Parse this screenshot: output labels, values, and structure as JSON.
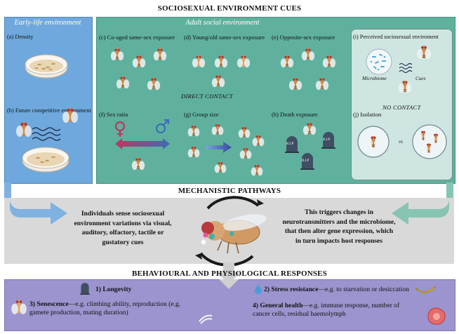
{
  "titles": {
    "cues": "SOCIOSEXUAL ENVIRONMENT CUES",
    "mechanistic": "MECHANISTIC PATHWAYS",
    "responses": "BEHAVIOURAL AND PHYSIOLOGICAL RESPONSES"
  },
  "early_life": {
    "header": "Early-life environment",
    "a": "(a) Density",
    "b": "(b) Future competitive environment"
  },
  "adult": {
    "header": "Adult social environment",
    "c": "(c) Co-aged same-sex exposure",
    "d": "(d) Young/old same-sex exposure",
    "e": "(e) Opposite-sex exposure",
    "f": "(f) Sex ratio",
    "g": "(g) Group size",
    "h": "(h) Death exposure",
    "direct_contact": "DIRECT CONTACT"
  },
  "perceived": {
    "i": "(i) Perceived sociosexual enviroment",
    "microbiome": "Microbiome",
    "cues": "Cues",
    "no_contact": "NO CONTACT",
    "j": "(j) Isolation",
    "vs": "vs"
  },
  "tombstone": "R.I.P",
  "mechanism": {
    "left": "Individuals sense sociosexual environment variations via visual, auditory, olfactory, tactile or gustatory cues",
    "right": "This triggers changes in neurotransmitters and the microbiome, that then alter gene expression, which in turn impacts host responses"
  },
  "responses": {
    "r1_bold": "1) Longevity",
    "r2_bold": "2) Stress resistance",
    "r2_rest": "—e.g. to starvation or desiccation",
    "r3_bold": "3) Senescence",
    "r3_rest": "—e.g. climbing ability, reproduction (e.g. gamete production, mating duration)",
    "r4_bold": "4) General health",
    "r4_rest": "—e.g. immune response, number of cancer cells, residual haemolymph"
  },
  "colors": {
    "early_blue": "#6FA8DC",
    "adult_green": "#5FB19E",
    "perceived_panel": "#CFE5E2",
    "mech_grey": "#D9D9D9",
    "response_purple": "#9B94CE",
    "female": "#C0355E",
    "male": "#3B6FB3"
  }
}
